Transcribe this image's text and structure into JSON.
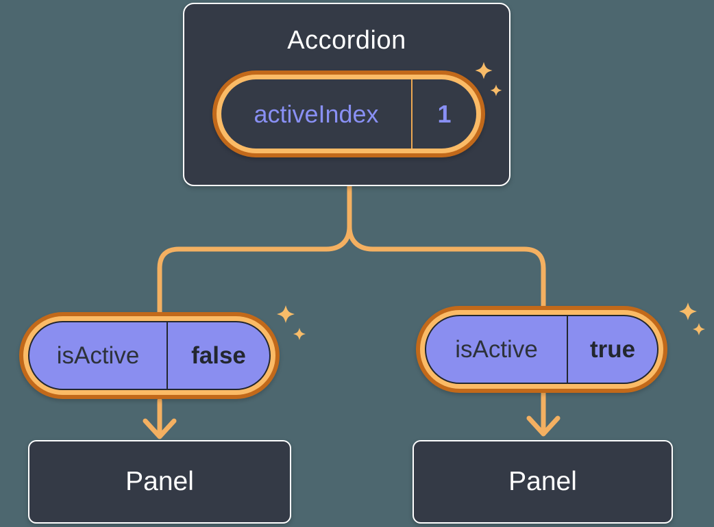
{
  "palette": {
    "background": "#4D676F",
    "card": "#343A46",
    "card_border": "#FFFFFF",
    "purple": "#8A8EF0",
    "purple_text": "#8990F4",
    "dark_text": "#23272F",
    "ring_outer": "#C2691A",
    "ring_inner": "#FBBB66",
    "connector": "#F4B061",
    "sparkle": "#F8BC69"
  },
  "accordion": {
    "title": "Accordion",
    "state": {
      "label": "activeIndex",
      "value": "1"
    }
  },
  "children": [
    {
      "prop": {
        "label": "isActive",
        "value": "false"
      },
      "panel_label": "Panel"
    },
    {
      "prop": {
        "label": "isActive",
        "value": "true"
      },
      "panel_label": "Panel"
    }
  ]
}
